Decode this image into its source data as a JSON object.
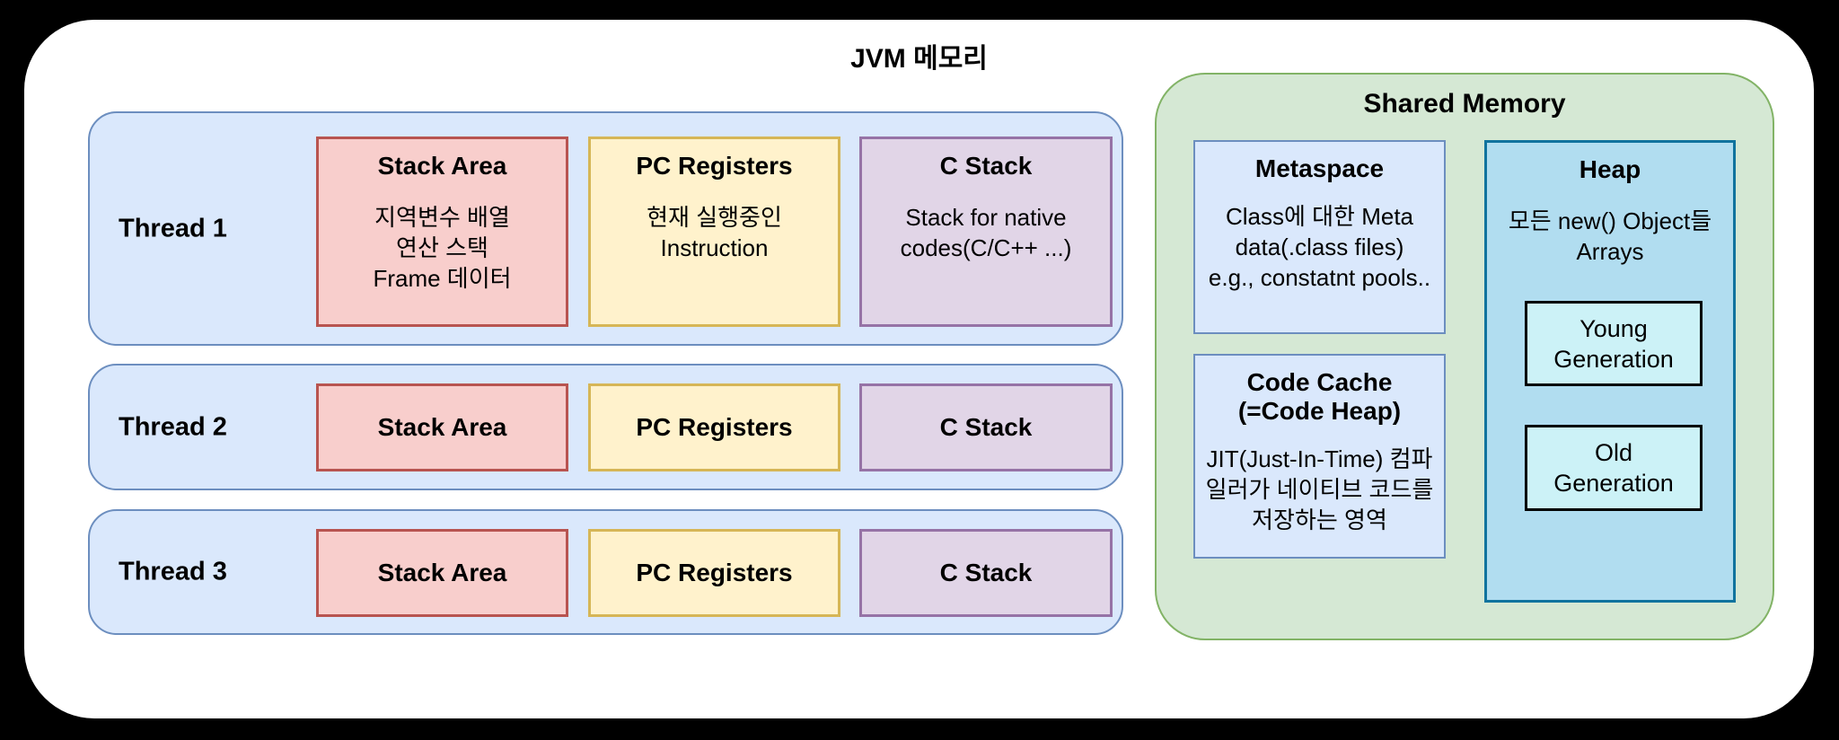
{
  "title": "JVM 메모리",
  "colors": {
    "background": "#000000",
    "canvas": "#ffffff",
    "thread_fill": "#dae8fc",
    "thread_stroke": "#6c8ebf",
    "stack_fill": "#f8cecc",
    "stack_stroke": "#b85450",
    "pc_fill": "#fff2cc",
    "pc_stroke": "#d6b656",
    "cstack_fill": "#e1d5e7",
    "cstack_stroke": "#9673a6",
    "shared_fill": "#d5e8d4",
    "shared_stroke": "#82b366",
    "meta_fill": "#dae8fc",
    "meta_stroke": "#6c8ebf",
    "heap_fill": "#b1ddf0",
    "heap_stroke": "#10739e",
    "gen_fill": "#ccf2f7",
    "gen_stroke": "#000000",
    "text": "#000000"
  },
  "threads": [
    {
      "label": "Thread 1",
      "boxes": [
        {
          "title": "Stack Area",
          "body": "지역변수 배열\n연산 스택\nFrame 데이터"
        },
        {
          "title": "PC Registers",
          "body": "현재 실행중인\nInstruction"
        },
        {
          "title": "C Stack",
          "body": "Stack for native\ncodes(C/C++ ...)"
        }
      ]
    },
    {
      "label": "Thread 2",
      "boxes": [
        {
          "title": "Stack Area"
        },
        {
          "title": "PC Registers"
        },
        {
          "title": "C Stack"
        }
      ]
    },
    {
      "label": "Thread 3",
      "boxes": [
        {
          "title": "Stack Area"
        },
        {
          "title": "PC Registers"
        },
        {
          "title": "C Stack"
        }
      ]
    }
  ],
  "shared": {
    "title": "Shared Memory",
    "metaspace": {
      "title": "Metaspace",
      "body": "Class에 대한 Meta\ndata(.class files)\ne.g., constatnt pools.."
    },
    "code_cache": {
      "title": "Code Cache\n(=Code Heap)",
      "body": "JIT(Just-In-Time) 컴파\n일러가 네이티브 코드를\n저장하는 영역"
    },
    "heap": {
      "title": "Heap",
      "body": "모든 new() Object들\nArrays",
      "young_generation": "Young\nGeneration",
      "old_generation": "Old\nGeneration"
    }
  }
}
